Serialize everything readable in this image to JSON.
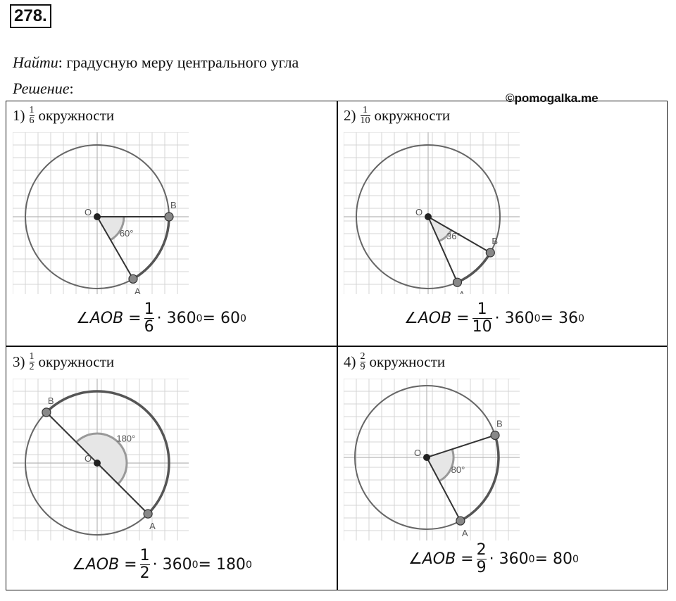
{
  "problem_number": "278.",
  "find_label": "Найти",
  "find_text": ": градусную меру центрального угла",
  "solution_label": "Решение",
  "solution_colon": ":",
  "watermark": "©pomogalka.me",
  "cells": [
    {
      "index": "1)",
      "num": "1",
      "den": "6",
      "word": "окружности",
      "angle_label": "60°",
      "f_left": "∠AOB =",
      "f_num": "1",
      "f_den": "6",
      "f_mid": "· 360",
      "f_exp1": "0",
      "f_eq": " = 60",
      "f_exp2": "0",
      "angle": 60
    },
    {
      "index": "2)",
      "num": "1",
      "den": "10",
      "word": "окружности",
      "angle_label": "36°",
      "f_left": "∠AOB =",
      "f_num": "1",
      "f_den": "10",
      "f_mid": "· 360",
      "f_exp1": "0",
      "f_eq": " = 36",
      "f_exp2": "0",
      "angle": 36
    },
    {
      "index": "3)",
      "num": "1",
      "den": "2",
      "word": "окружности",
      "angle_label": "180°",
      "f_left": "∠AOB =",
      "f_num": "1",
      "f_den": "2",
      "f_mid": "· 360",
      "f_exp1": "0",
      "f_eq": " = 180",
      "f_exp2": "0",
      "angle": 180
    },
    {
      "index": "4)",
      "num": "2",
      "den": "9",
      "word": "окружности",
      "angle_label": "80°",
      "f_left": "∠AOB =",
      "f_num": "2",
      "f_den": "9",
      "f_mid": "· 360",
      "f_exp1": "0",
      "f_eq": " = 80",
      "f_exp2": "0",
      "angle": 80
    }
  ],
  "point_labels": {
    "o": "O",
    "a": "A",
    "b": "B"
  },
  "colors": {
    "circle": "#666666",
    "arc": "#555555",
    "sector": "#e6e6e6",
    "grid": "#d4d4d4",
    "point": "#888888"
  }
}
